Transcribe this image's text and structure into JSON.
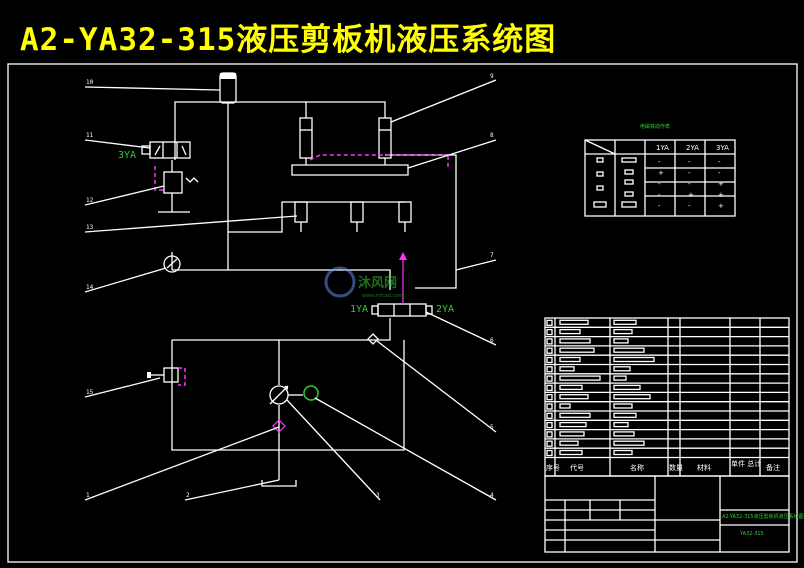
{
  "title": "A2-YA32-315液压剪板机液压系统图",
  "coil_labels": {
    "c1": "3YA",
    "c2": "1YA",
    "c3": "2YA"
  },
  "part_numbers": [
    "10",
    "11",
    "12",
    "13",
    "14",
    "15",
    "1",
    "2",
    "3",
    "9",
    "8",
    "7",
    "6",
    "5",
    "4"
  ],
  "table_title": "电磁铁动作表",
  "action_table": {
    "header": [
      "1YA",
      "2YA",
      "3YA"
    ],
    "rows": [
      [
        "-",
        "-",
        "-"
      ],
      [
        "+",
        "-",
        "-"
      ],
      [
        "-",
        "-",
        "+"
      ],
      [
        "-",
        "+",
        "+"
      ],
      [
        "-",
        "-",
        "+"
      ]
    ]
  },
  "title_block": {
    "col_headers": {
      "seq": "序号",
      "code": "代号",
      "name": "名称",
      "qty": "数量",
      "material": "材料",
      "weight": "单件 总计",
      "remark": "备注"
    },
    "drawing_name": "A2-YA32-315液压剪板机液压系统图",
    "drawing_code": "YA32-315"
  },
  "watermark": {
    "brand": "沐风网",
    "url": "www.mfcad.com"
  },
  "colors": {
    "background": "#000000",
    "title": "#ffff00",
    "lines": "#ffffff",
    "magenta": "#ff33ff",
    "green": "#33cc33"
  }
}
